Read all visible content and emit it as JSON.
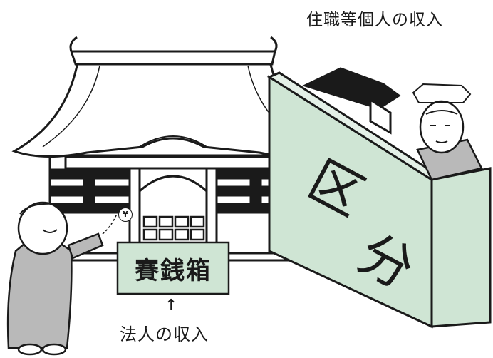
{
  "labels": {
    "personal_income": "住職等個人の収入",
    "corporate_income": "法人の収入",
    "offertory_box": "賽銭箱",
    "wall_text_1": "区",
    "wall_text_2": "分",
    "coin_symbol": "¥",
    "arrow": "↑"
  },
  "colors": {
    "wall_green": "#cfe5d4",
    "box_green": "#cfe5d4",
    "outline": "#1a1a1a",
    "roof_white": "#ffffff",
    "clothing_gray": "#b9b9b9"
  }
}
